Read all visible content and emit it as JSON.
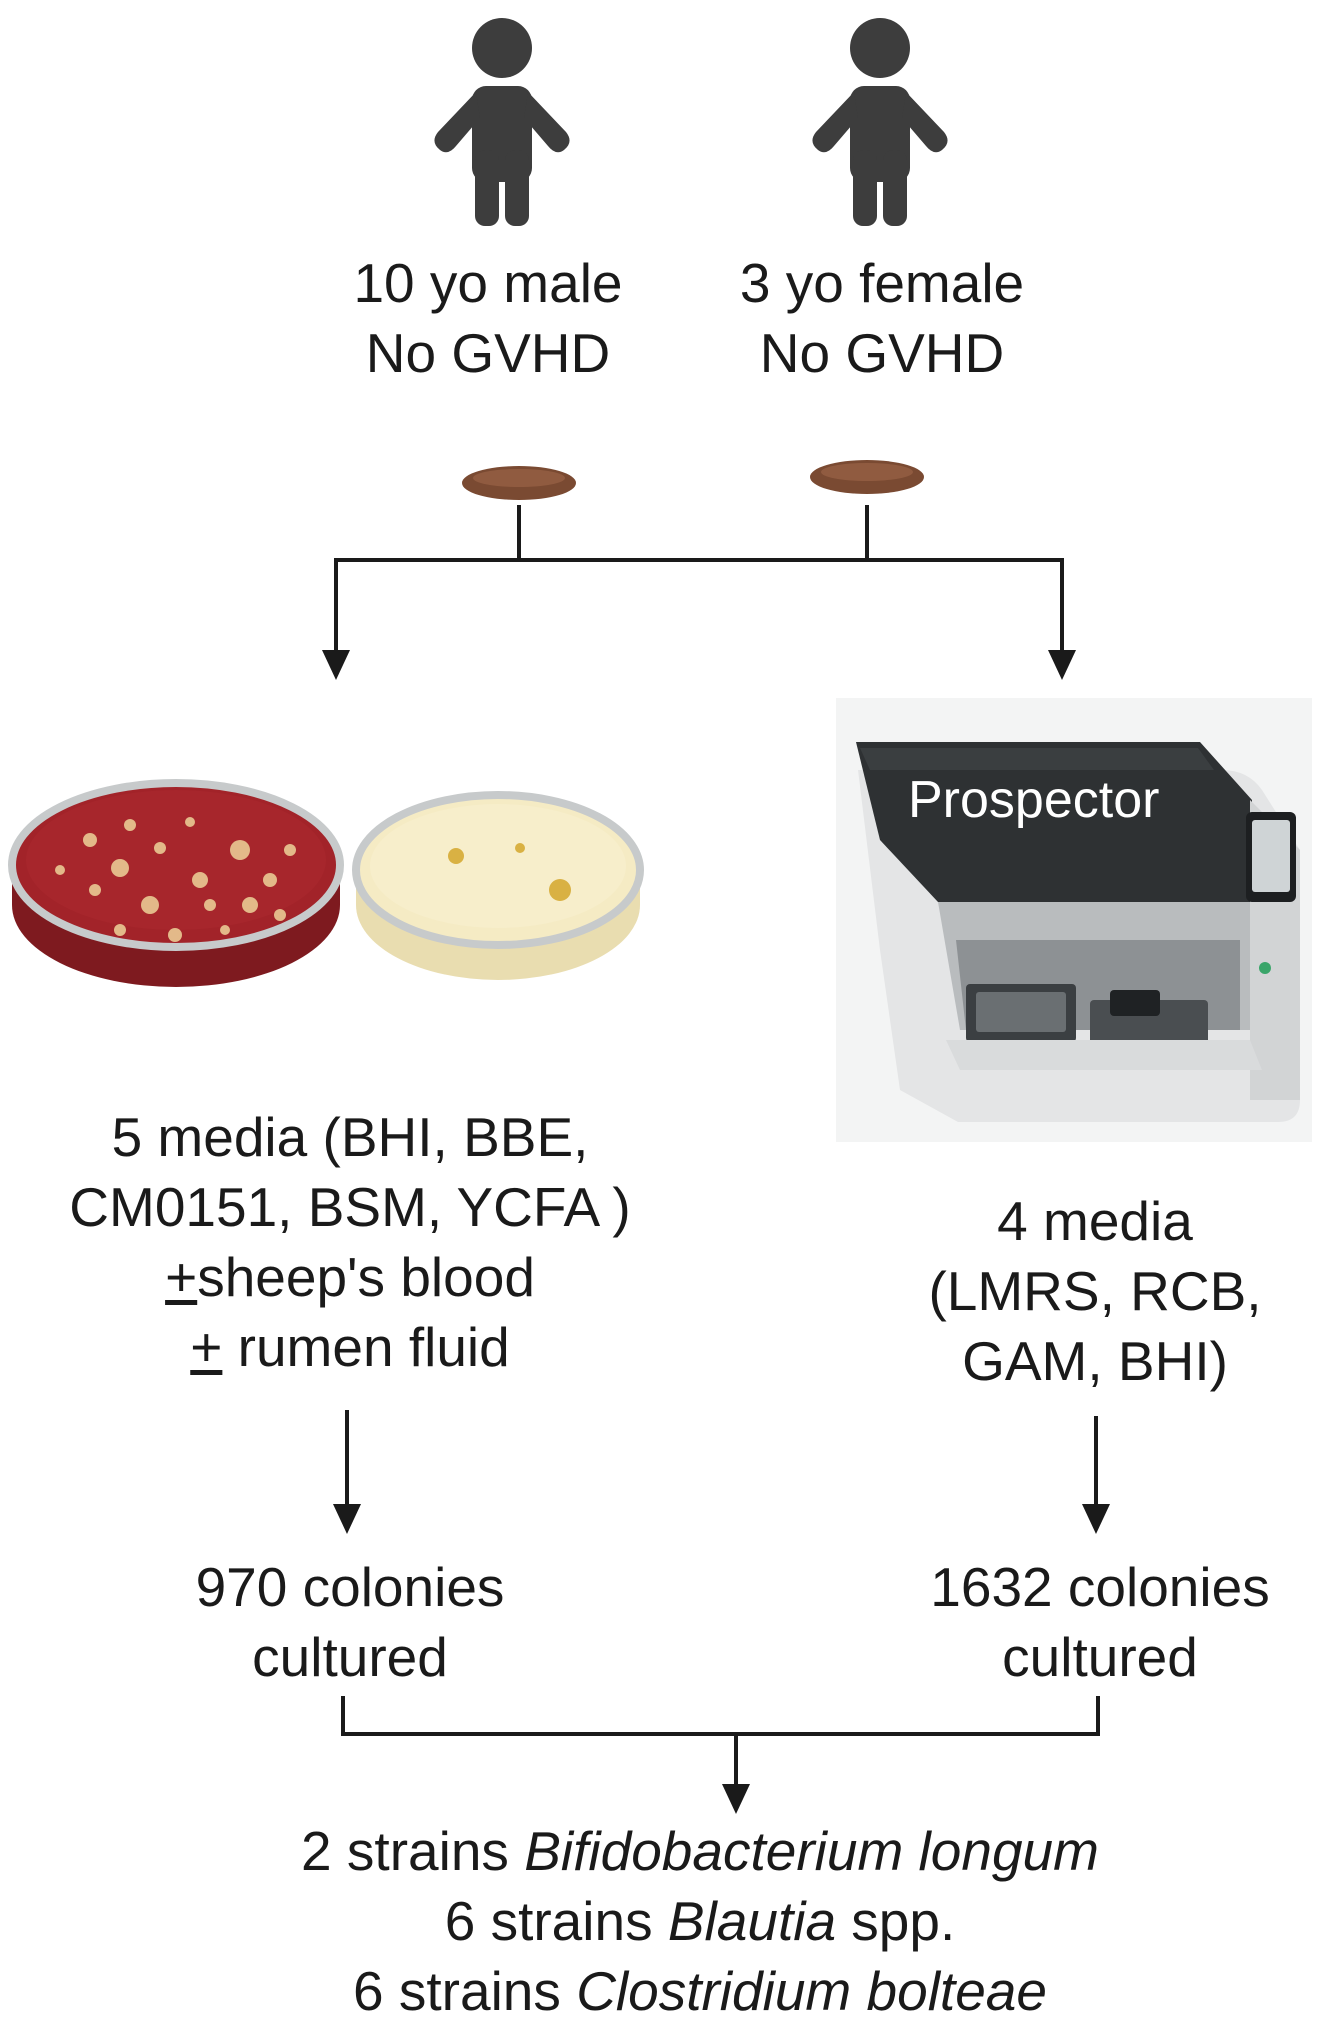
{
  "donors": [
    {
      "age": "10 yo male",
      "status": "No GVHD"
    },
    {
      "age": "3 yo female",
      "status": "No GVHD"
    }
  ],
  "instrument": {
    "label": "Prospector"
  },
  "left_branch": {
    "media_title": "5 media (BHI, BBE,",
    "media_list": "CM0151, BSM, YCFA )",
    "supplement_1_sign": "+",
    "supplement_1": "sheep's blood",
    "supplement_2_sign": "+",
    "supplement_2": " rumen fluid",
    "colonies": "970 colonies",
    "colonies_suffix": "cultured"
  },
  "right_branch": {
    "media_title": "4 media",
    "media_line_2": "(LMRS, RCB,",
    "media_line_3": "GAM, BHI)",
    "colonies": "1632 colonies",
    "colonies_suffix": "cultured"
  },
  "results": [
    {
      "count": "2 strains ",
      "taxon": "Bifidobacterium longum",
      "suffix": ""
    },
    {
      "count": "6 strains ",
      "taxon": "Blautia",
      "suffix": " spp."
    },
    {
      "count": "6 strains ",
      "taxon": "Clostridium bolteae",
      "suffix": ""
    }
  ],
  "colors": {
    "person": "#3d3d3d",
    "stool": "#7a4a32",
    "blood_agar": "#9c1f25",
    "plain_agar": "#f5ebc4",
    "machine_dark": "#2e3133",
    "machine_light": "#e8e9ea",
    "line": "#1a1a1a"
  }
}
